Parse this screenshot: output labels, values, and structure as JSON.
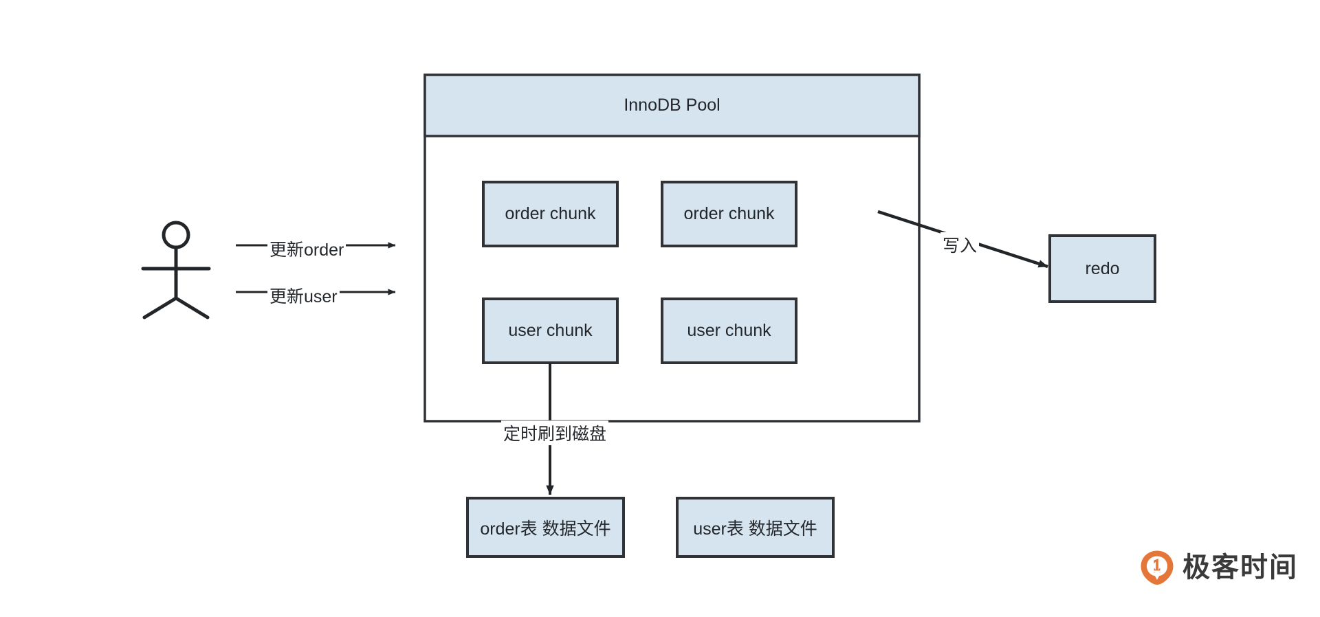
{
  "diagram": {
    "title": "InnoDB Buffer Pool flush and redo write flow",
    "colors": {
      "box_fill": "#d5e4ee",
      "box_stroke": "#2f3337",
      "line": "#232629",
      "text": "#23272b",
      "brand_orange": "#e5763a"
    },
    "actor": {
      "name": "user-actor",
      "label": ""
    },
    "pool": {
      "header_label": "InnoDB Pool",
      "chunks": [
        {
          "label": "order chunk"
        },
        {
          "label": "order chunk"
        },
        {
          "label": "user chunk"
        },
        {
          "label": "user chunk"
        }
      ]
    },
    "edges": [
      {
        "id": "update-order",
        "label": "更新order"
      },
      {
        "id": "update-user",
        "label": "更新user"
      },
      {
        "id": "write-redo",
        "label": "写入"
      },
      {
        "id": "flush-to-disk",
        "label": "定时刷到磁盘"
      }
    ],
    "redo": {
      "label": "redo"
    },
    "data_files": [
      {
        "label": "order表 数据文件"
      },
      {
        "label": "user表 数据文件"
      }
    ],
    "brand": {
      "text": "极客时间",
      "icon": "geektime-logo-icon"
    }
  }
}
